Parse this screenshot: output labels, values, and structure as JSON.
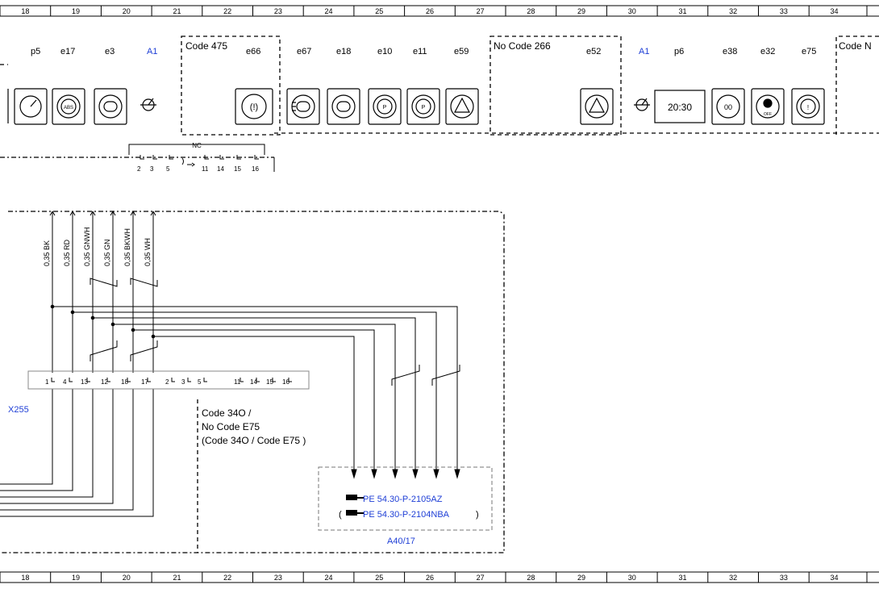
{
  "ruler_numbers": [
    "18",
    "19",
    "20",
    "21",
    "22",
    "23",
    "24",
    "25",
    "26",
    "27",
    "28",
    "29",
    "30",
    "31",
    "32",
    "33",
    "34"
  ],
  "components": [
    {
      "label": "p5"
    },
    {
      "label": "e17"
    },
    {
      "label": "e3"
    },
    {
      "label": "A1"
    },
    {
      "label": "e66"
    },
    {
      "label": "e67"
    },
    {
      "label": "e18"
    },
    {
      "label": "e10"
    },
    {
      "label": "e11"
    },
    {
      "label": "e59"
    },
    {
      "label": "e52"
    },
    {
      "label": "A1"
    },
    {
      "label": "p6"
    },
    {
      "label": "e38"
    },
    {
      "label": "e32"
    },
    {
      "label": "e75"
    }
  ],
  "code_boxes": {
    "box1": "Code 475",
    "box2": "No  Code 266",
    "box3": "Code N"
  },
  "clock_text": "20:30",
  "nc_label": "NC",
  "nc_pins": [
    "2",
    "3",
    "5",
    "11",
    "14",
    "15",
    "16"
  ],
  "wires": [
    "0,35 BK",
    "0,35 RD",
    "0,35 GNWH",
    "0,35 GN",
    "0,35 BKWH",
    "0,35 WH"
  ],
  "connector": {
    "name": "X255",
    "pins": [
      "1",
      "4",
      "13",
      "12",
      "18",
      "17",
      "2",
      "3",
      "5",
      "11",
      "14",
      "15",
      "16"
    ]
  },
  "code_note": {
    "line1": "Code 34O  /",
    "line2": "No Code E75",
    "line3": "(Code 34O  / Code E75 )"
  },
  "references": {
    "ref1": "PE 54.30-P-2105AZ",
    "ref2": "PE 54.30-P-2104NBA"
  },
  "ref_paren_open": "(",
  "ref_paren_close": ")",
  "module_label": "A40/17",
  "colors": {
    "link": "#1f3fd6",
    "line": "#000000"
  }
}
